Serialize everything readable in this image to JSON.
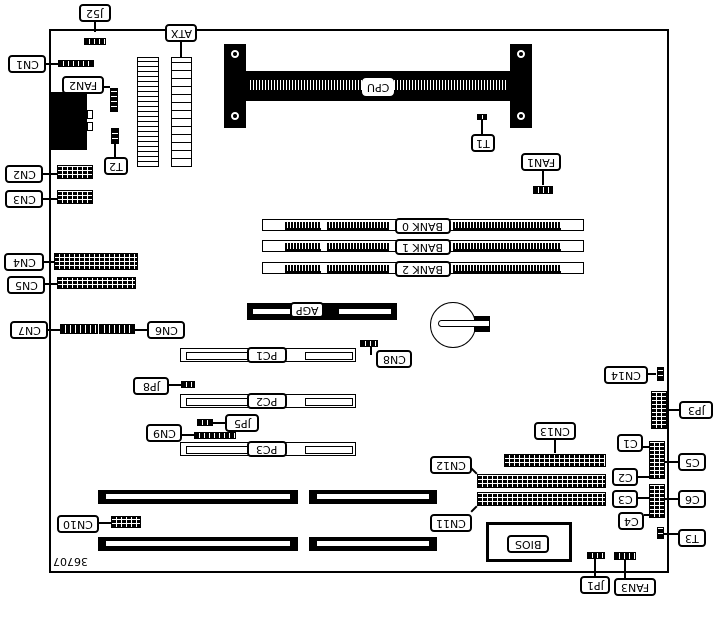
{
  "diagram": {
    "title": "Motherboard layout (rotated 180°)",
    "figure_id": "36707",
    "labels": {
      "j52": "J52",
      "cn1": "CN1",
      "fan2": "FAN2",
      "atx": "ATX",
      "cpu": "CPU",
      "t1": "T1",
      "t2": "T2",
      "fan1": "FAN1",
      "cn2": "CN2",
      "cn3": "CN3",
      "bank0": "BANK 0",
      "bank1": "BANK 1",
      "bank2": "BANK 2",
      "cn4": "CN4",
      "cn5": "CN5",
      "agp": "AGP",
      "cn7": "CN7",
      "cn6": "CN6",
      "pc1": "PC1",
      "cn8": "CN8",
      "cn14": "CN14",
      "jp8": "JP8",
      "pc2": "PC2",
      "jp3": "JP3",
      "jp5": "JP5",
      "cn9": "CN9",
      "pc3": "PC3",
      "cn13": "CN13",
      "c1": "C1",
      "c5": "C5",
      "cn12": "CN12",
      "c2": "C2",
      "c3": "C3",
      "c6": "C6",
      "cn11": "CN11",
      "c4": "C4",
      "cn10": "CN10",
      "t3": "T3",
      "bios": "BIOS",
      "jp1": "JP1",
      "fan3": "FAN3"
    }
  }
}
